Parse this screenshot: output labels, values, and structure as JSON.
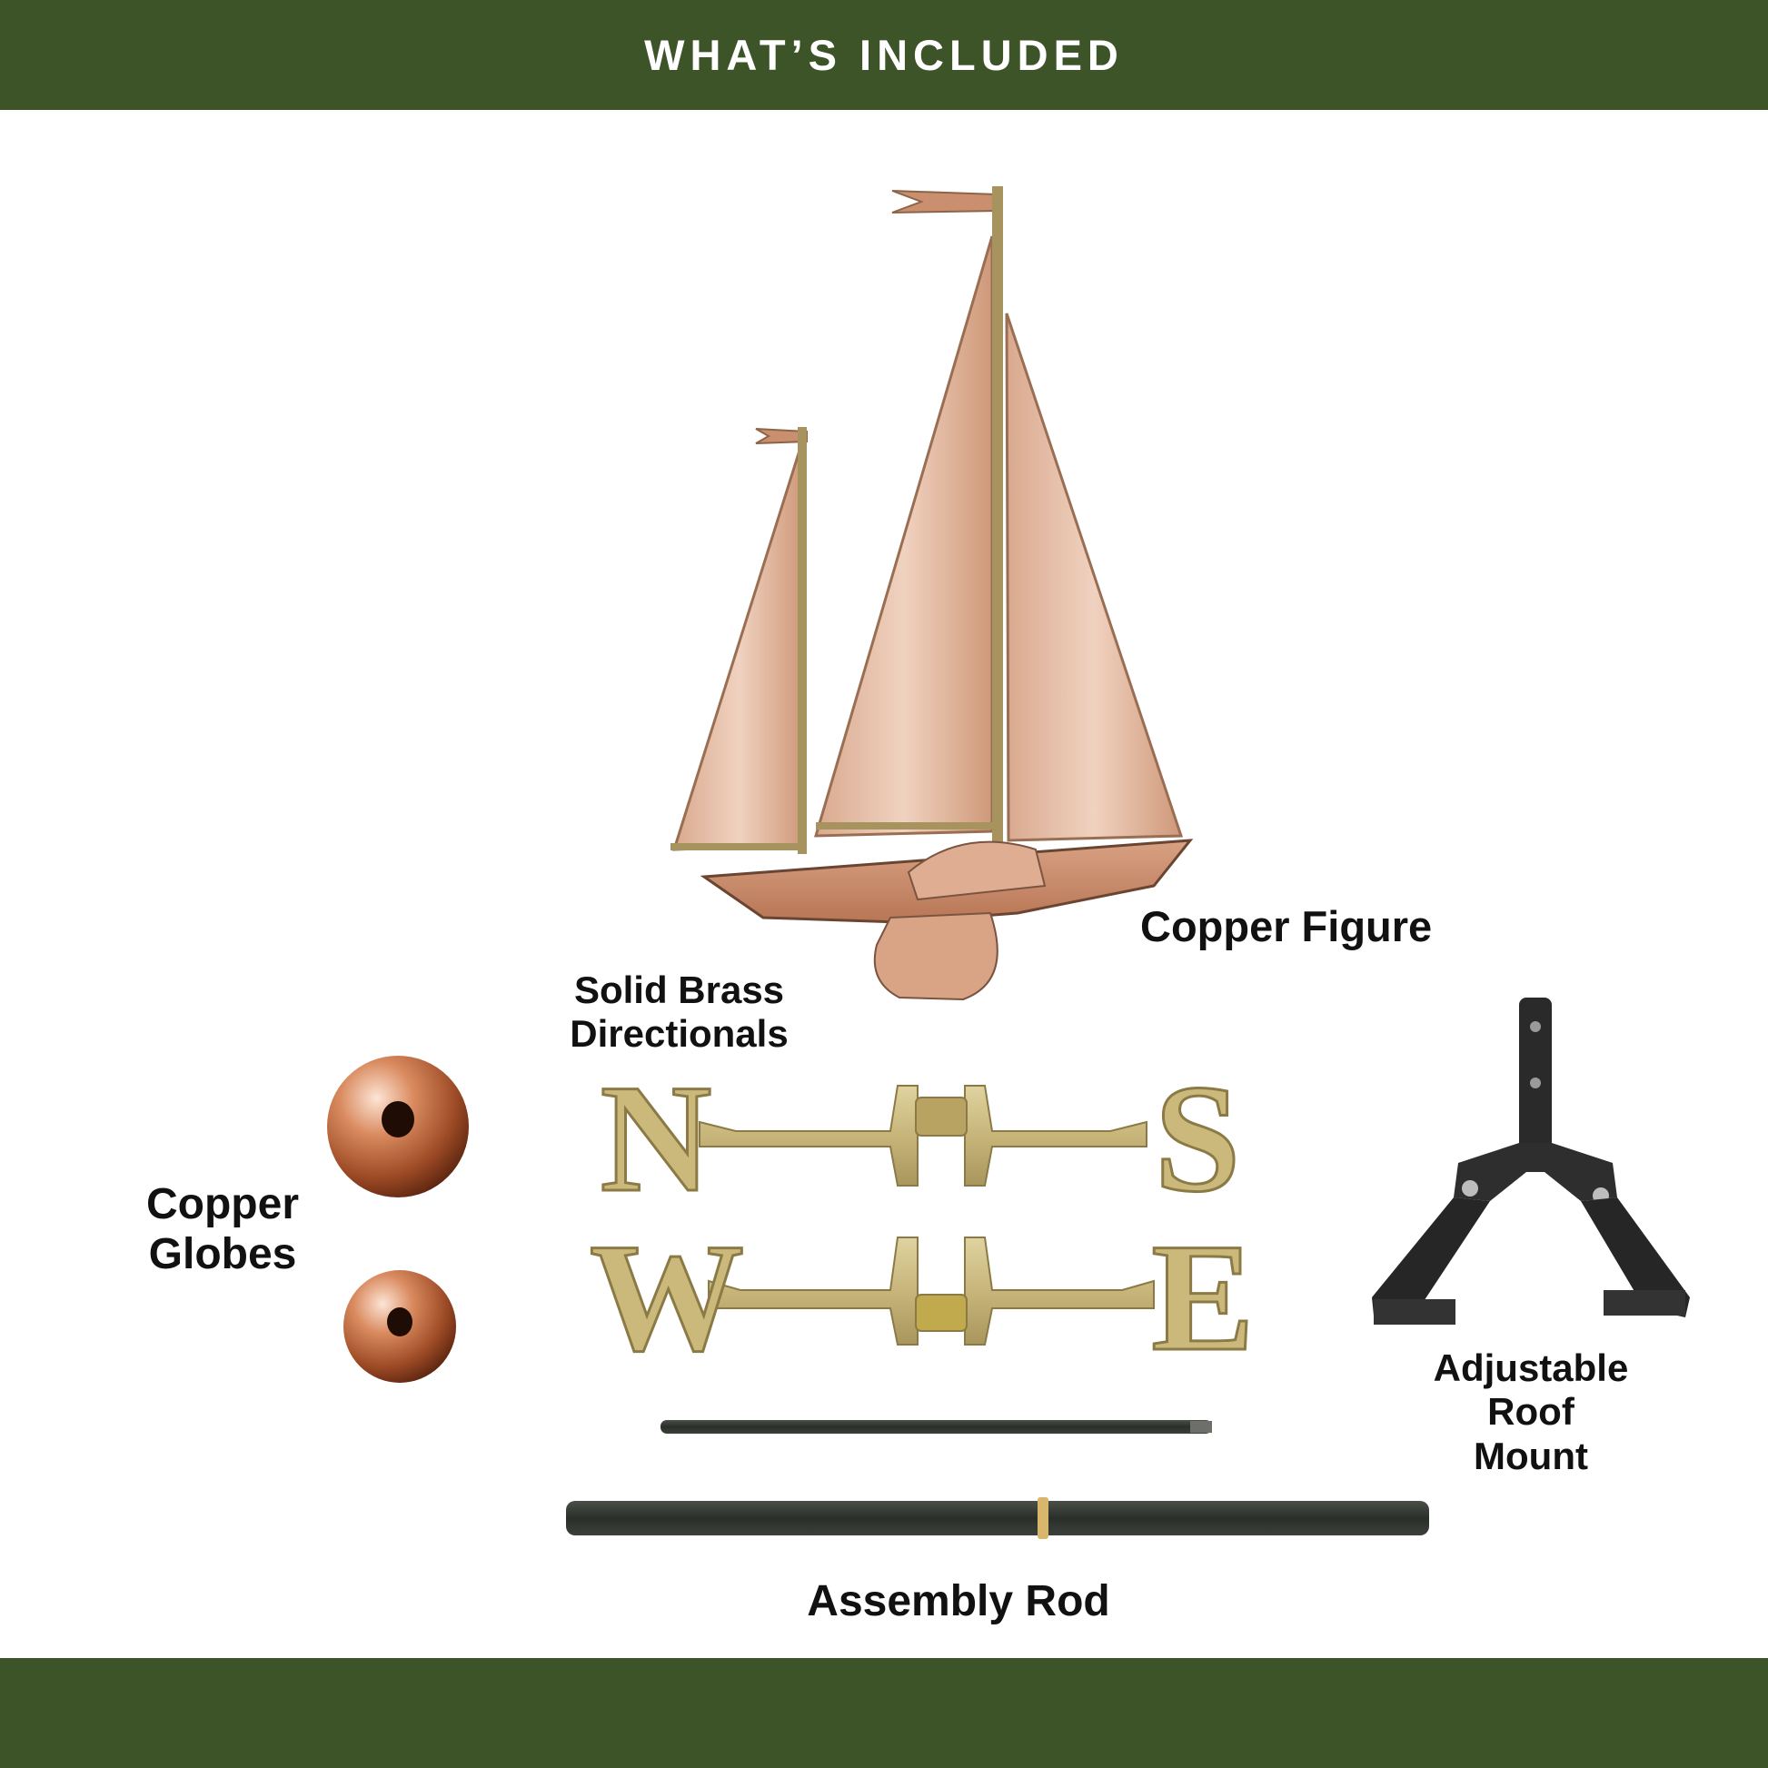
{
  "header": {
    "title": "WHAT’S INCLUDED"
  },
  "items": {
    "copper_figure": {
      "label": "Copper Figure"
    },
    "directionals": {
      "label_line1": "Solid Brass",
      "label_line2": "Directionals",
      "letters": [
        "N",
        "S",
        "W",
        "E"
      ]
    },
    "globes": {
      "label_line1": "Copper",
      "label_line2": "Globes"
    },
    "roof_mount": {
      "label_line1": "Adjustable",
      "label_line2": "Roof",
      "label_line3": "Mount"
    },
    "assembly_rod": {
      "label": "Assembly Rod"
    }
  },
  "colors": {
    "band": "#3d5429",
    "copper": "#c98f6f",
    "brass": "#c9b776",
    "mount": "#2a2a2a"
  }
}
